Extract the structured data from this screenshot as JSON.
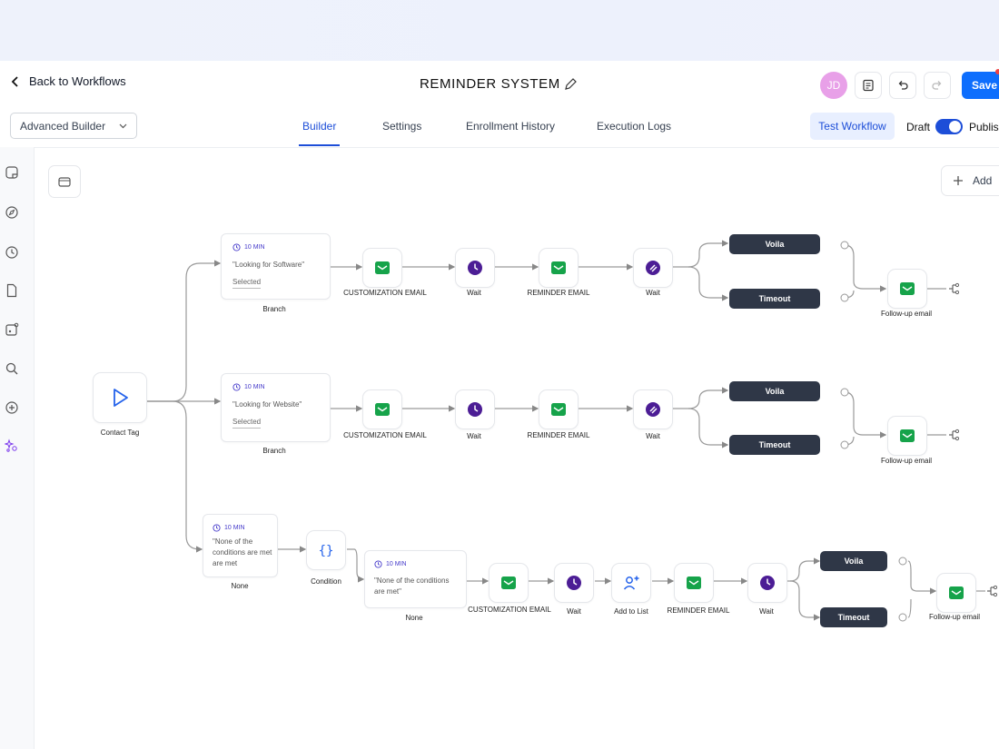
{
  "header": {
    "back_label": "Back to Workflows",
    "title": "REMINDER SYSTEM",
    "avatar_initials": "JD",
    "save_label": "Save"
  },
  "subbar": {
    "builder_mode": "Advanced Builder",
    "tabs": [
      "Builder",
      "Settings",
      "Enrollment History",
      "Execution Logs"
    ],
    "active_tab": "Builder",
    "test_label": "Test Workflow",
    "draft_label": "Draft",
    "publish_label": "Publish",
    "published": true
  },
  "canvas": {
    "add_label": "Add",
    "trigger_label": "Contact Tag",
    "branch1": {
      "time": "10 MIN",
      "text": "\"Looking for Software\"",
      "selected": "Selected",
      "label": "Branch",
      "nodes": [
        "CUSTOMIZATION EMAIL",
        "Wait",
        "REMINDER EMAIL",
        "Wait"
      ],
      "outcomes": [
        "Voila",
        "Timeout"
      ],
      "final": "Follow-up email"
    },
    "branch2": {
      "time": "10 MIN",
      "text": "\"Looking for Website\"",
      "selected": "Selected",
      "label": "Branch",
      "nodes": [
        "CUSTOMIZATION EMAIL",
        "Wait",
        "REMINDER EMAIL",
        "Wait"
      ],
      "outcomes": [
        "Voila",
        "Timeout"
      ],
      "final": "Follow-up email"
    },
    "branch3": {
      "time": "10 MIN",
      "text_line1": "\"None of the",
      "text_line2": "conditions are met",
      "text_line3": "are met",
      "label": "None",
      "condition_label": "Condition",
      "inner_time": "10 MIN",
      "inner_text_line1": "\"None of the conditions",
      "inner_text_line2": "are met\"",
      "inner_label": "None",
      "nodes": [
        "CUSTOMIZATION EMAIL",
        "Wait",
        "Add to List",
        "REMINDER EMAIL",
        "Wait"
      ],
      "outcomes": [
        "Voila",
        "Timeout"
      ],
      "final": "Follow-up email"
    }
  },
  "colors": {
    "accent": "#1d4ed8",
    "email_green": "#16a34a",
    "wait_purple": "#4c1d95",
    "pill_dark": "#2f3747"
  }
}
